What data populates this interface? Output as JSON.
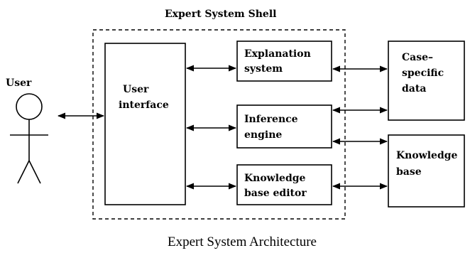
{
  "diagram": {
    "shell_title": "Expert System Shell",
    "user_label": "User",
    "boxes": {
      "user_interface": [
        "User",
        "interface"
      ],
      "explanation_system": [
        "Explanation",
        "system"
      ],
      "inference_engine": [
        "Inference",
        "engine"
      ],
      "knowledge_base_editor": [
        "Knowledge",
        "base editor"
      ],
      "case_specific_data": [
        "Case–",
        "specific",
        "data"
      ],
      "knowledge_base": [
        "Knowledge",
        "base"
      ]
    },
    "caption": "Expert System Architecture"
  },
  "colors": {
    "stroke": "#000000",
    "background": "#ffffff"
  }
}
